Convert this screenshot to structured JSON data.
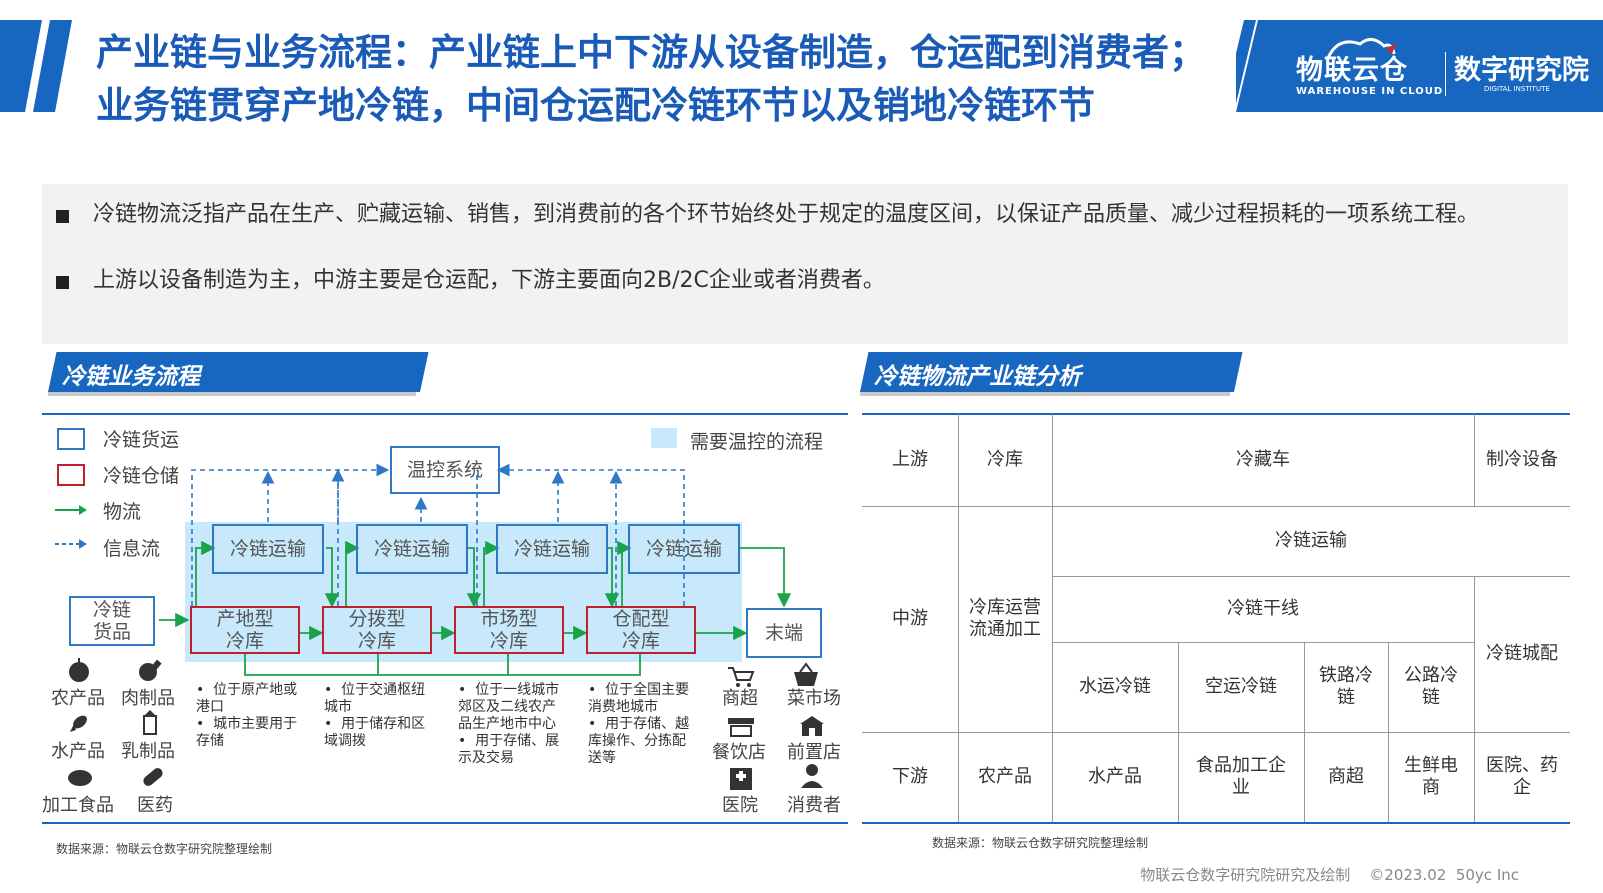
{
  "header": {
    "title": "产业链与业务流程：产业链上中下游从设备制造，仓运配到消费者；业务链贯穿产地冷链，中间仓运配冷链环节以及销地冷链环节",
    "logo_name": "物联云仓",
    "logo_sub": "WAREHOUSE IN CLOUD",
    "logo_institute": "数字研究院",
    "logo_institute_sub": "DIGITAL INSTITUTE"
  },
  "bullets": [
    "冷链物流泛指产品在生产、贮藏运输、销售，到消费前的各个环节始终处于规定的温度区间，以保证产品质量、减少过程损耗的一项系统工程。",
    "上游以设备制造为主，中游主要是仓运配，下游主要面向2B/2C企业或者消费者。"
  ],
  "left_section": {
    "heading": "冷链业务流程",
    "legend": {
      "cold_transport": "冷链货运",
      "cold_storage": "冷链仓储",
      "logistics": "物流",
      "info_flow": "信息流",
      "temp_control": "需要温控的流程"
    },
    "temp_system": "温控系统",
    "transport_boxes": [
      "冷链运输",
      "冷链运输",
      "冷链运输",
      "冷链运输"
    ],
    "goods": "冷链\n货品",
    "end": "末端",
    "warehouses": [
      {
        "label": "产地型\n冷库",
        "desc": [
          "位于原产地或港口",
          "城市主要用于存储"
        ]
      },
      {
        "label": "分拨型\n冷库",
        "desc": [
          "位于交通枢纽城市",
          "用于储存和区域调拨"
        ]
      },
      {
        "label": "市场型\n冷库",
        "desc": [
          "位于一线城市郊区及二线农产品生产地市中心",
          "用于存储、展示及交易"
        ]
      },
      {
        "label": "仓配型\n冷库",
        "desc": [
          "位于全国主要消费地城市",
          "用于存储、越库操作、分拣配送等"
        ]
      }
    ],
    "goods_types": [
      "农产品",
      "肉制品",
      "水产品",
      "乳制品",
      "加工食品",
      "医药"
    ],
    "end_types": [
      "商超",
      "菜市场",
      "餐饮店",
      "前置店",
      "医院",
      "消费者"
    ],
    "source": "数据来源：物联云仓数字研究院整理绘制"
  },
  "right_section": {
    "heading": "冷链物流产业链分析",
    "rows": {
      "upstream": "上游",
      "midstream": "中游",
      "downstream": "下游"
    },
    "upstream_cells": [
      "冷库",
      "冷藏车",
      "制冷设备"
    ],
    "midstream_cells": {
      "warehouse_ops": "冷库运营\n流通加工",
      "transport": "冷链运输",
      "trunk": "冷链干线",
      "city_dist": "冷链城配",
      "modes": [
        "水运冷链",
        "空运冷链",
        "铁路冷\n链",
        "公路冷\n链"
      ]
    },
    "downstream_cells": [
      "农产品",
      "水产品",
      "食品加工企\n业",
      "商超",
      "生鲜电\n商",
      "医院、药\n企"
    ],
    "source": "数据来源：物联云仓数字研究院整理绘制"
  },
  "footer": "物联云仓数字研究院研究及绘制    ©2023.02  50yc Inc",
  "colors": {
    "primary": "#1766c0",
    "accent_red": "#c0202a",
    "green": "#1aa34a",
    "temp_fill": "#c8e9fb"
  }
}
